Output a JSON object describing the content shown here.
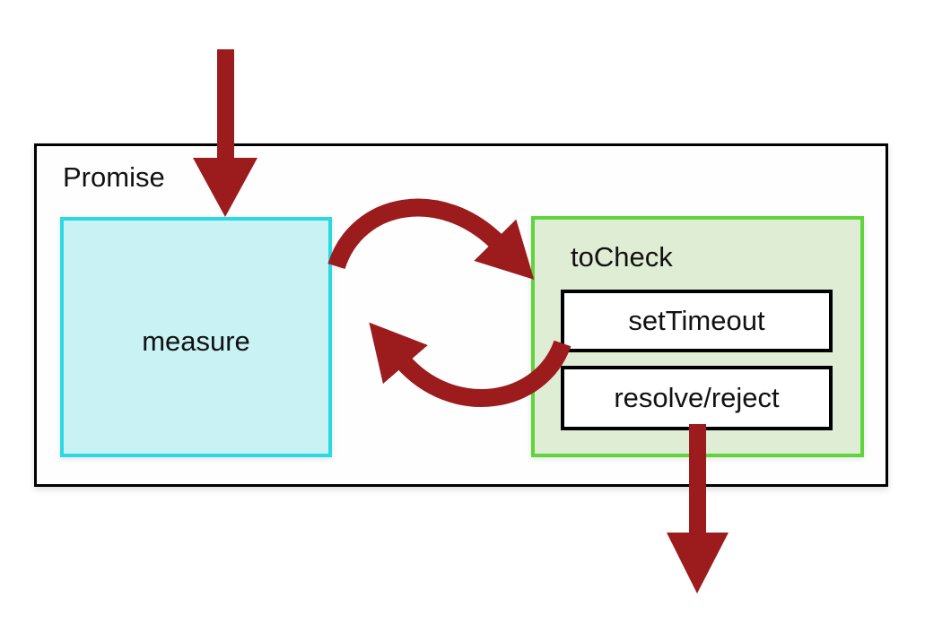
{
  "diagram": {
    "promise_label": "Promise",
    "measure_label": "measure",
    "tocheck_label": "toCheck",
    "settimeout_label": "setTimeout",
    "resolve_reject_label": "resolve/reject"
  },
  "colors": {
    "arrow_red": "#9C1B1D",
    "cyan_border": "#2BD9E2",
    "cyan_fill": "#C9F2F4",
    "green_border": "#5FD43C",
    "green_fill": "#DFEDD4",
    "inner_box_border": "#000000",
    "inner_box_fill": "#FFFFFF",
    "outer_box_border": "#000000",
    "text": "#111111",
    "background": "#FFFFFF"
  },
  "icons": {
    "entry_arrow": "thick-down-arrow",
    "cycle_arrow_top": "curved-arrow-to-right",
    "cycle_arrow_bottom": "curved-arrow-to-left",
    "exit_arrow": "thick-down-arrow"
  }
}
